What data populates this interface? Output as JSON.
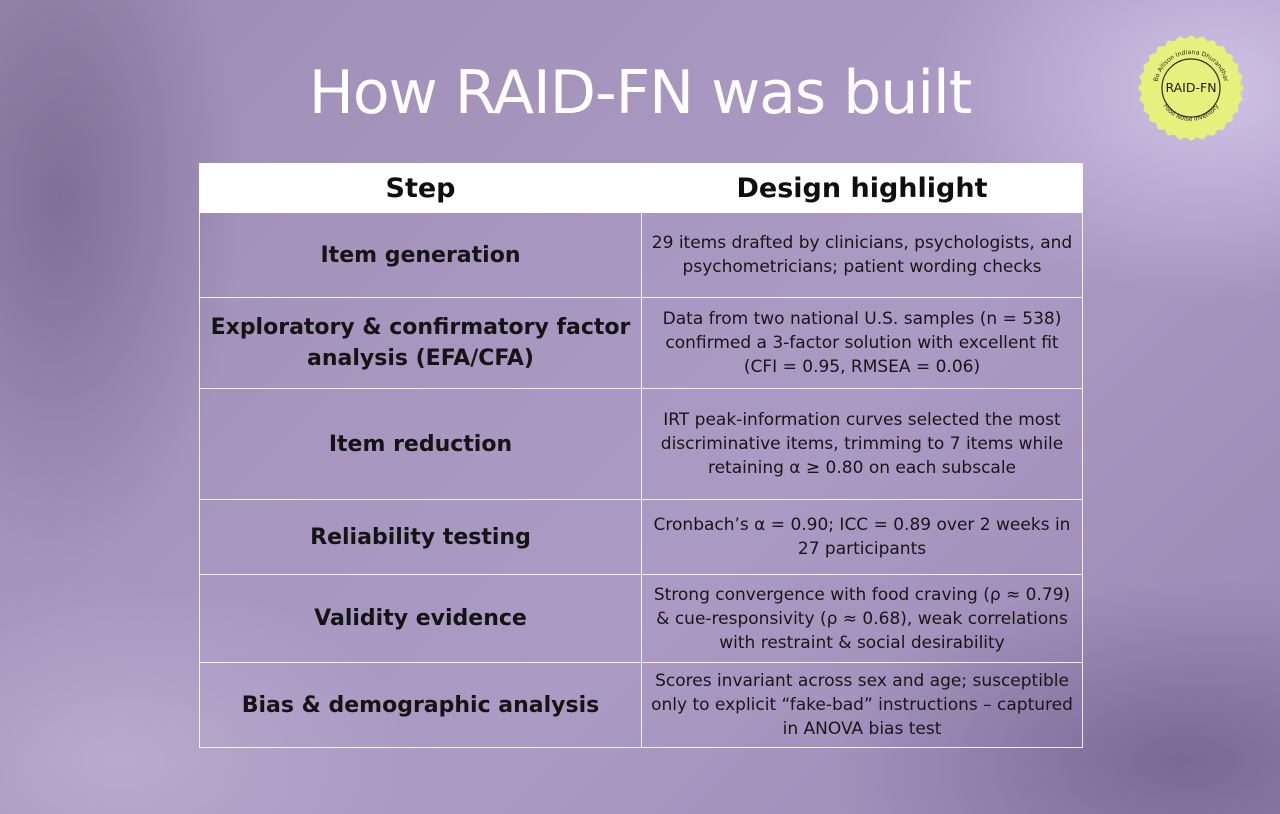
{
  "title": "How RAID-FN was built",
  "badge": {
    "label": "RAID-FN",
    "arc_top": "Bo Allison Indiana Dhurandhar",
    "arc_bottom": "Food Noise Inventory",
    "color": "#e6f07c"
  },
  "table": {
    "headers": [
      "Step",
      "Design highlight"
    ],
    "rows": [
      {
        "step": "Item generation",
        "highlight": "29 items drafted by clinicians, psychologists, and psychometricians; patient wording checks"
      },
      {
        "step": "Exploratory & confirmatory factor analysis (EFA/CFA)",
        "highlight": "Data from two national U.S. samples (n = 538) confirmed a 3-factor solution with excellent fit (CFI = 0.95, RMSEA = 0.06)"
      },
      {
        "step": "Item reduction",
        "highlight": "IRT peak-information curves selected the most discriminative items, trimming to 7 items while retaining α ≥ 0.80 on each subscale"
      },
      {
        "step": "Reliability testing",
        "highlight": "Cronbach’s α = 0.90; ICC = 0.89 over 2 weeks in 27 participants"
      },
      {
        "step": "Validity evidence",
        "highlight": "Strong convergence with food craving (ρ ≈ 0.79) & cue-responsivity (ρ ≈ 0.68), weak correlations with restraint & social desirability"
      },
      {
        "step": "Bias & demographic analysis",
        "highlight": "Scores invariant across sex and age; susceptible only to explicit “fake-bad” instructions – captured in ANOVA bias test"
      }
    ]
  }
}
